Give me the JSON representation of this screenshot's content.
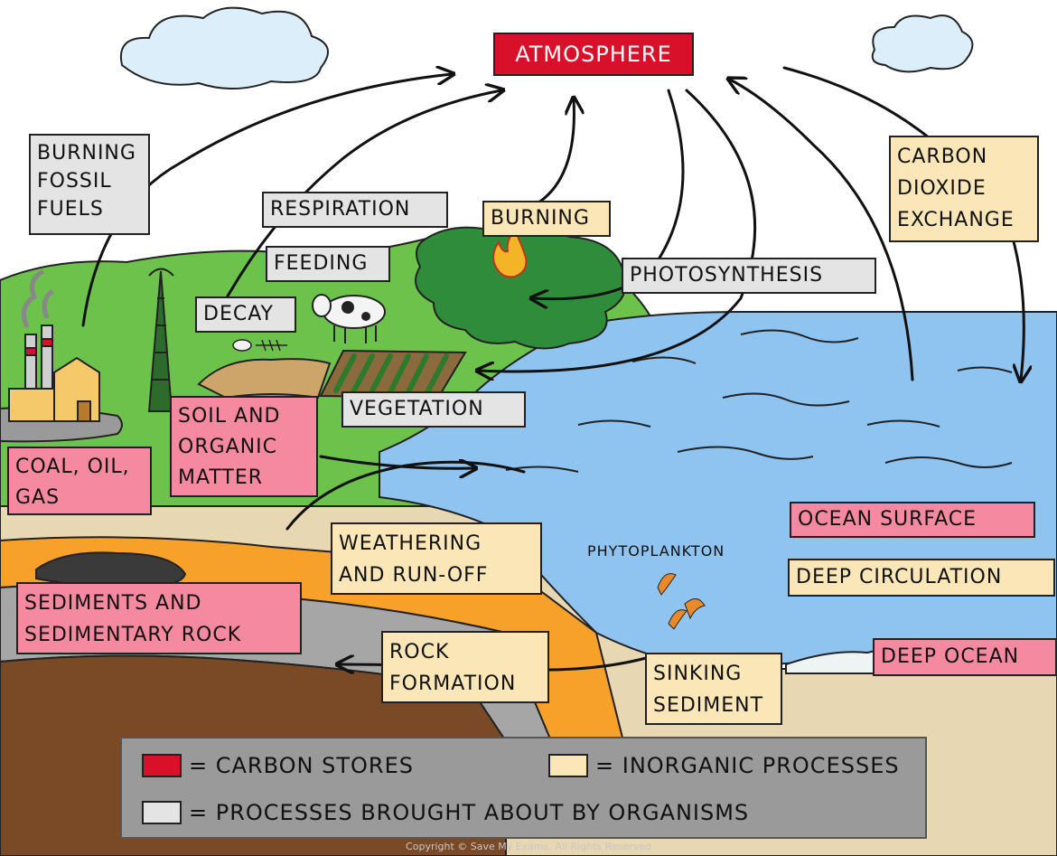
{
  "labels": {
    "atmosphere": "ATMOSPHERE",
    "burning_fossil_fuels": [
      "BURNING",
      "FOSSIL",
      "FUELS"
    ],
    "respiration": "RESPIRATION",
    "burning": "BURNING",
    "feeding": "FEEDING",
    "decay": "DECAY",
    "photosynthesis": "PHOTOSYNTHESIS",
    "carbon_dioxide_exchange": [
      "CARBON",
      "DIOXIDE",
      "EXCHANGE"
    ],
    "vegetation": "VEGETATION",
    "soil_and_organic_matter": [
      "SOIL AND",
      "ORGANIC",
      "MATTER"
    ],
    "coal_oil_gas": [
      "COAL, OIL,",
      "GAS"
    ],
    "weathering_and_run_off": [
      "WEATHERING",
      "AND RUN-OFF"
    ],
    "phytoplankton": "PHYTOPLANKTON",
    "ocean_surface": "OCEAN SURFACE",
    "deep_circulation": "DEEP CIRCULATION",
    "sediments_and_sedimentary_rock": [
      "SEDIMENTS AND",
      "SEDIMENTARY ROCK"
    ],
    "rock_formation": [
      "ROCK",
      "FORMATION"
    ],
    "sinking_sediment": [
      "SINKING",
      "SEDIMENT"
    ],
    "deep_ocean": "DEEP OCEAN"
  },
  "legend": {
    "carbon_stores": "= CARBON STORES",
    "inorganic_processes": "= INORGANIC PROCESSES",
    "organism_processes": "= PROCESSES BROUGHT ABOUT BY ORGANISMS"
  },
  "copyright": "Copyright © Save My Exams. All Rights Reserved",
  "colors": {
    "carbon_store": "#d8102a",
    "inorganic_process": "#fbe6b8",
    "organism_process": "#e4e4e4",
    "store_label": "#f5899f",
    "land": "#6cc24a",
    "ocean": "#8fc3f0"
  }
}
